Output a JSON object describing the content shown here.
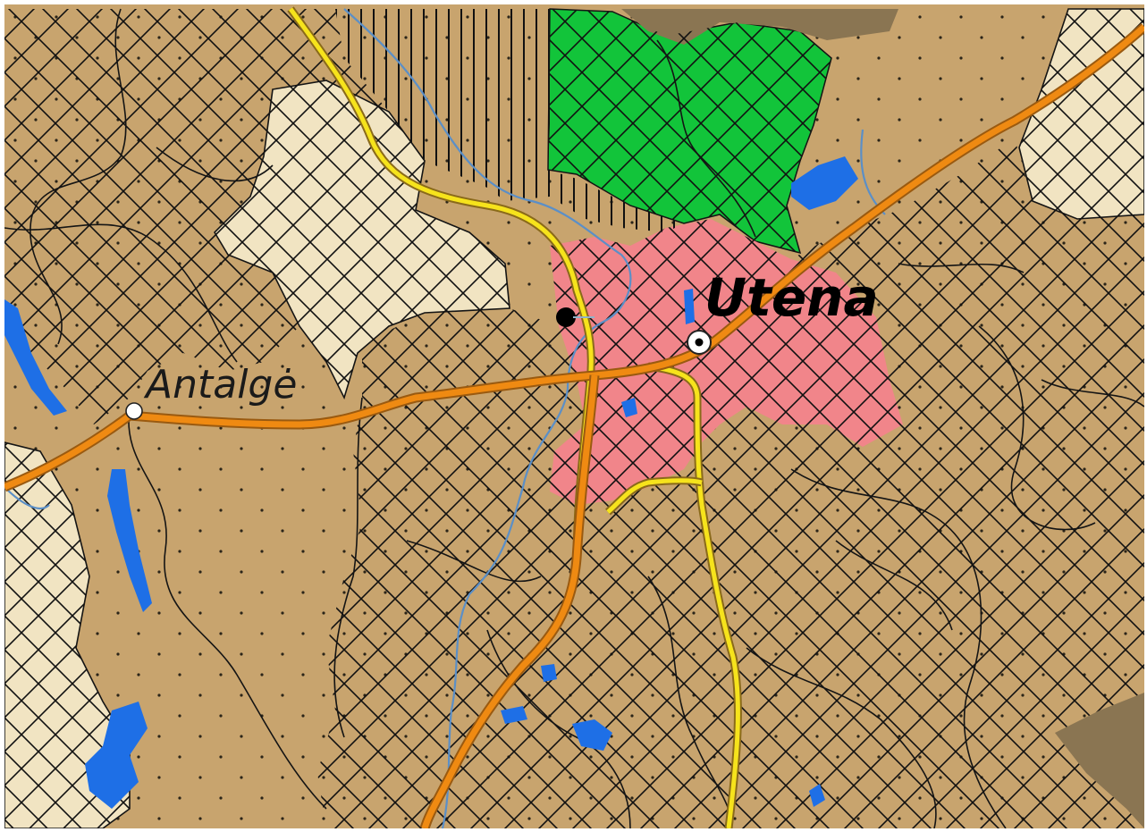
{
  "map": {
    "places": [
      {
        "id": "utena",
        "name": "Utena",
        "kind": "town"
      },
      {
        "id": "antalge",
        "name": "Antalgė",
        "kind": "village"
      }
    ],
    "colors": {
      "land": "#c8a46e",
      "light_land": "#f1e4c2",
      "forest": "#12c43a",
      "urban": "#f1858a",
      "water": "#1e6fe6",
      "dark_land": "#8a7552",
      "main_road": "#ef8a12",
      "secondary_road": "#f6e31c",
      "river": "#5b8fc7",
      "boundary": "#141414"
    }
  }
}
